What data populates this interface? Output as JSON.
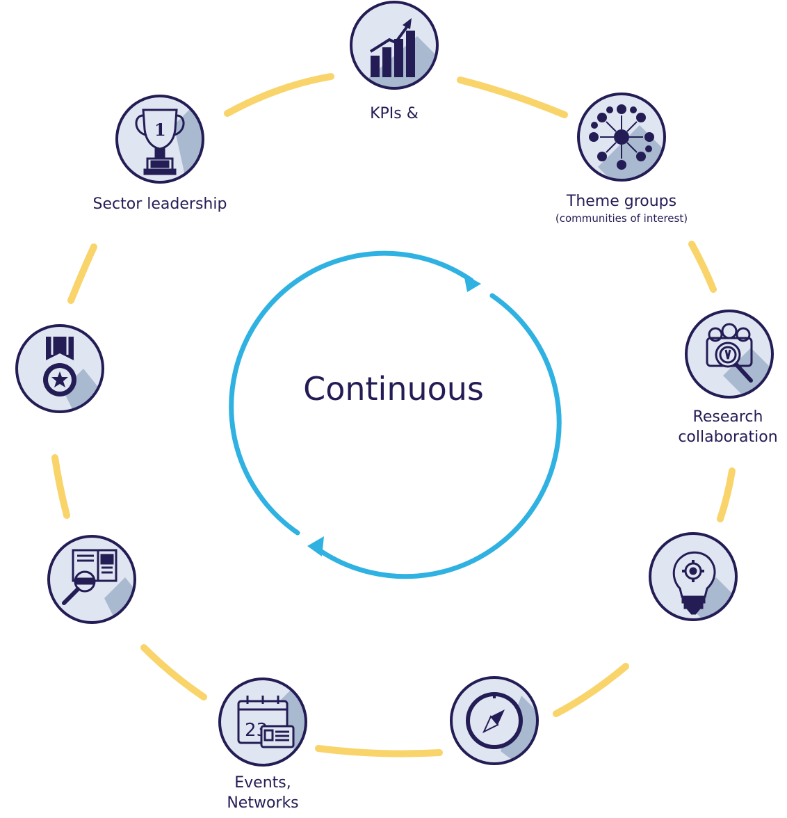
{
  "center": {
    "title": "Continuous"
  },
  "colors": {
    "ring": "#f9d46b",
    "cycle": "#2fb1e2",
    "icon_bg": "#dfe6f1",
    "icon_shadow": "#a9b9cf",
    "icon_stroke": "#231c55"
  },
  "nodes": [
    {
      "id": "kpis",
      "icon": "bar-chart-growth-icon",
      "label": "KPIs &",
      "sub": ""
    },
    {
      "id": "theme-groups",
      "icon": "network-people-icon",
      "label": "Theme groups",
      "sub": "(communities of interest)"
    },
    {
      "id": "research",
      "icon": "research-magnifier-icon",
      "label": "Research",
      "sub": "collaboration"
    },
    {
      "id": "innovation",
      "icon": "lightbulb-gear-icon",
      "label": "",
      "sub": ""
    },
    {
      "id": "direction",
      "icon": "compass-icon",
      "label": "",
      "sub": ""
    },
    {
      "id": "events",
      "icon": "calendar-badge-icon",
      "label": "Events,",
      "sub": "Networks"
    },
    {
      "id": "publications",
      "icon": "newspaper-magnifier-icon",
      "label": "",
      "sub": ""
    },
    {
      "id": "recognition",
      "icon": "medal-icon",
      "label": "",
      "sub": ""
    },
    {
      "id": "leadership",
      "icon": "trophy-icon",
      "label": "Sector leadership",
      "sub": ""
    }
  ]
}
